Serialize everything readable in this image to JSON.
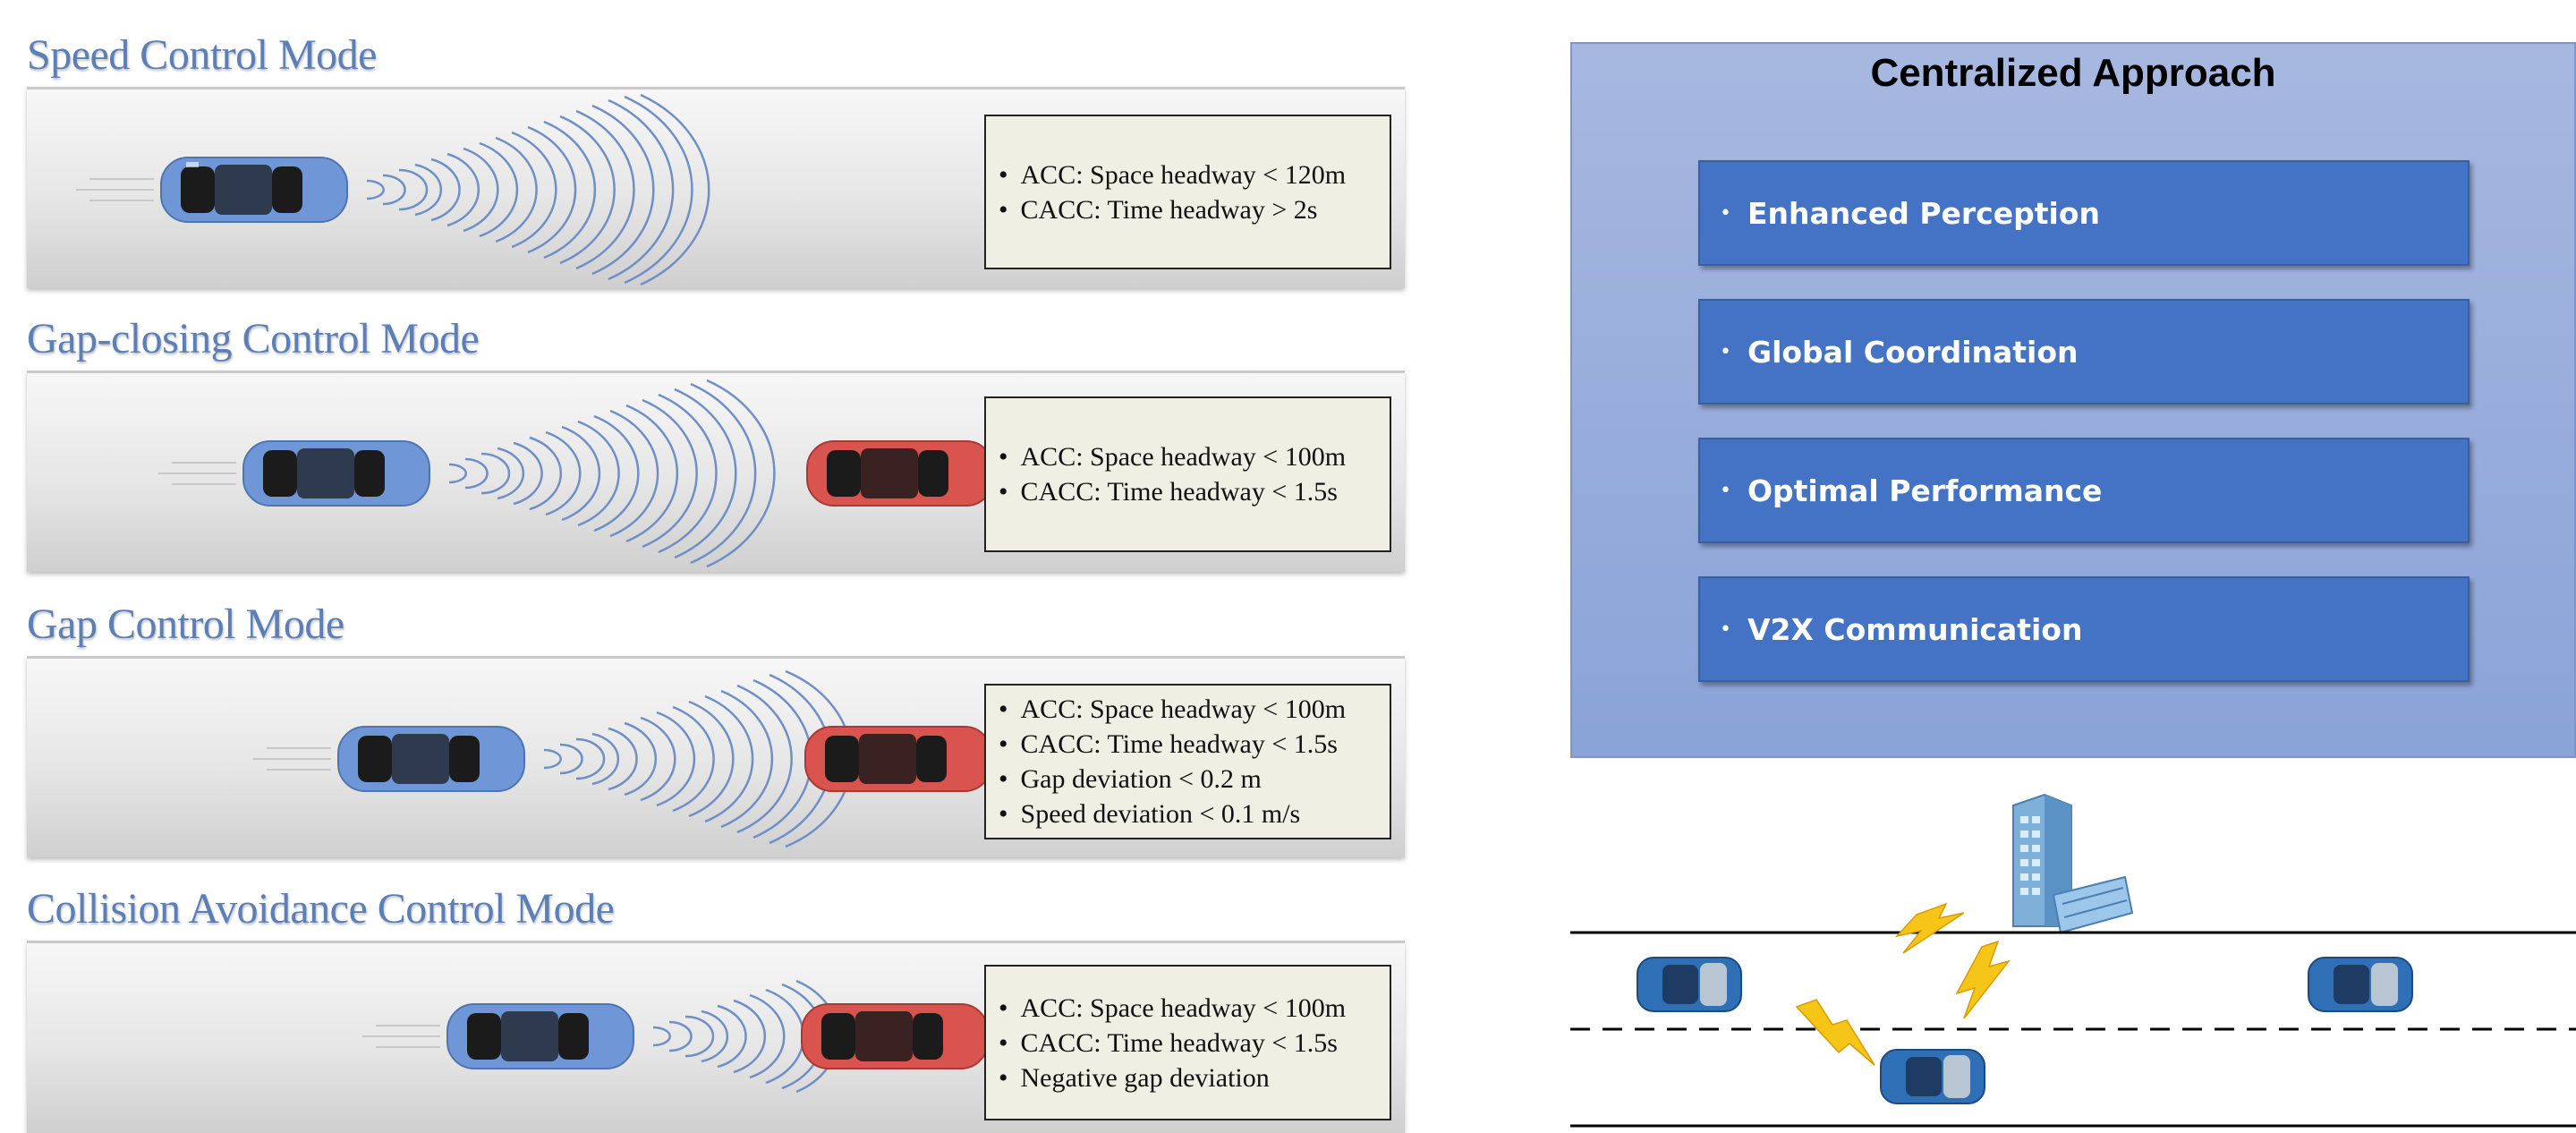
{
  "modes": [
    {
      "title": "Speed Control Mode",
      "conditions": [
        "ACC: Space headway < 120m",
        "CACC: Time headway > 2s"
      ],
      "has_lead_vehicle": false
    },
    {
      "title": "Gap-closing Control Mode",
      "conditions": [
        "ACC: Space headway < 100m",
        "CACC: Time headway < 1.5s"
      ],
      "has_lead_vehicle": true
    },
    {
      "title": "Gap Control Mode",
      "conditions": [
        "ACC: Space headway < 100m",
        "CACC: Time headway < 1.5s",
        "Gap deviation < 0.2 m",
        "Speed deviation < 0.1 m/s"
      ],
      "has_lead_vehicle": true
    },
    {
      "title": "Collision Avoidance Control Mode",
      "conditions": [
        "ACC: Space headway < 100m",
        "CACC: Time headway < 1.5s",
        "Negative gap deviation"
      ],
      "has_lead_vehicle": true
    }
  ],
  "centralized": {
    "title": "Centralized Approach",
    "features": [
      "Enhanced Perception",
      "Global Coordination",
      "Optimal Performance",
      "V2X Communication"
    ]
  },
  "colors": {
    "ego_vehicle": "#6f96d6",
    "lead_vehicle": "#d9534f",
    "wave": "#6f8fc6",
    "mode_title": "#5b7fb6",
    "panel_bg": "#9db0dd",
    "feature_box": "#4472c4",
    "lightning": "#f5c518"
  },
  "icons": {
    "vehicle": "car-top-view-icon",
    "signal": "wireless-wave-icon",
    "infrastructure": "office-building-icon",
    "link": "lightning-bolt-icon"
  }
}
